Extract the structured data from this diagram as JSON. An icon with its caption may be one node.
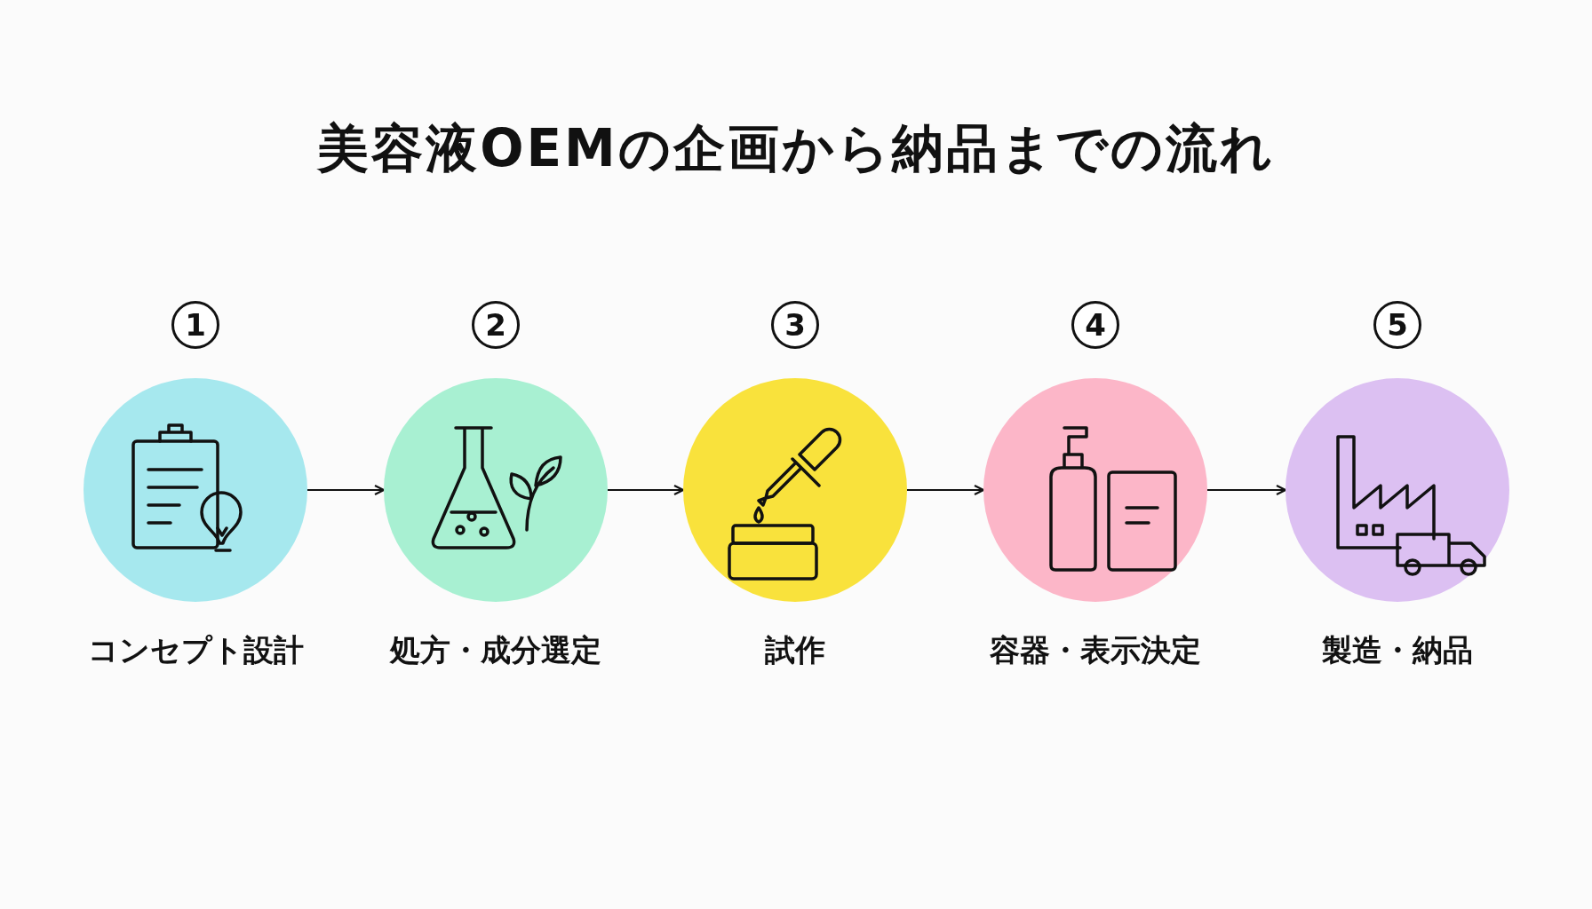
{
  "diagram": {
    "title": "美容液OEMの企画から納品までの流れ",
    "nodes": [
      {
        "text": [
          "1"
        ]
      },
      {
        "text": [
          "コンセプト設計"
        ]
      },
      {
        "text": [
          "2"
        ]
      },
      {
        "text": [
          "処方・成分選定"
        ]
      },
      {
        "text": [
          "3"
        ]
      },
      {
        "text": [
          "試作"
        ]
      },
      {
        "text": [
          "4"
        ]
      },
      {
        "text": [
          "容器・表示決定"
        ]
      },
      {
        "text": [
          "5"
        ]
      },
      {
        "text": [
          "製造・納品"
        ]
      }
    ],
    "edges": [
      {
        "from": 1,
        "to": 3,
        "arrow": "to"
      },
      {
        "from": 3,
        "to": 5,
        "arrow": "to"
      },
      {
        "from": 5,
        "to": 7,
        "arrow": "to"
      },
      {
        "from": 7,
        "to": 9,
        "arrow": "to"
      }
    ]
  }
}
